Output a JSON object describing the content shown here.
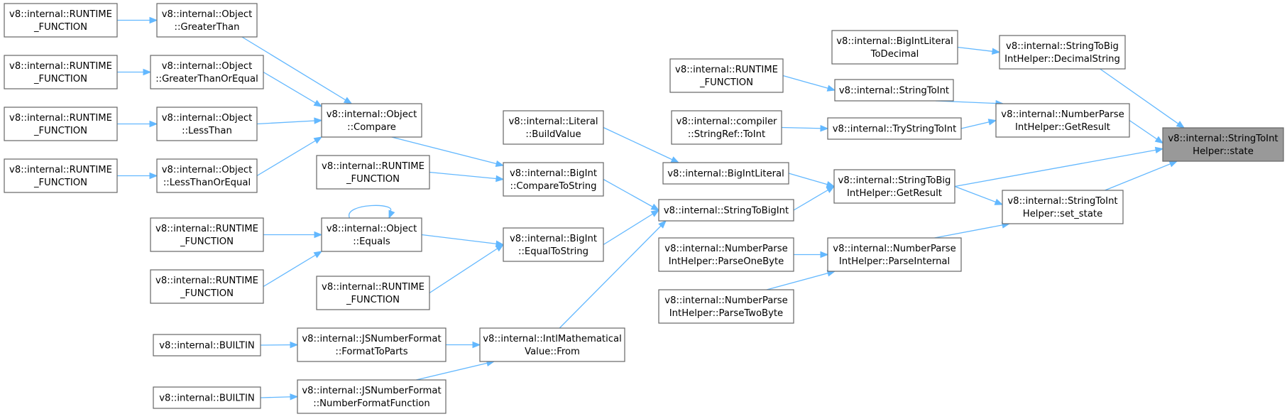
{
  "graph": {
    "nodes": [
      {
        "id": "runtime_fn_1",
        "lines": [
          "v8::internal::RUNTIME",
          "_FUNCTION"
        ]
      },
      {
        "id": "obj_greaterthan",
        "lines": [
          "v8::internal::Object",
          "::GreaterThan"
        ]
      },
      {
        "id": "runtime_fn_2",
        "lines": [
          "v8::internal::RUNTIME",
          "_FUNCTION"
        ]
      },
      {
        "id": "obj_greaterthanorequal",
        "lines": [
          "v8::internal::Object",
          "::GreaterThanOrEqual"
        ]
      },
      {
        "id": "runtime_fn_3",
        "lines": [
          "v8::internal::RUNTIME",
          "_FUNCTION"
        ]
      },
      {
        "id": "obj_lessthan",
        "lines": [
          "v8::internal::Object",
          "::LessThan"
        ]
      },
      {
        "id": "runtime_fn_4",
        "lines": [
          "v8::internal::RUNTIME",
          "_FUNCTION"
        ]
      },
      {
        "id": "obj_lessthanorequal",
        "lines": [
          "v8::internal::Object",
          "::LessThanOrEqual"
        ]
      },
      {
        "id": "obj_compare",
        "lines": [
          "v8::internal::Object",
          "::Compare"
        ]
      },
      {
        "id": "literal_buildvalue",
        "lines": [
          "v8::internal::Literal",
          "::BuildValue"
        ]
      },
      {
        "id": "runtime_fn_5",
        "lines": [
          "v8::internal::RUNTIME",
          "_FUNCTION"
        ]
      },
      {
        "id": "bigint_comparetostring",
        "lines": [
          "v8::internal::BigInt",
          "::CompareToString"
        ]
      },
      {
        "id": "runtime_fn_6",
        "lines": [
          "v8::internal::RUNTIME",
          "_FUNCTION"
        ]
      },
      {
        "id": "obj_equals",
        "lines": [
          "v8::internal::Object",
          "::Equals"
        ]
      },
      {
        "id": "runtime_fn_7",
        "lines": [
          "v8::internal::RUNTIME",
          "_FUNCTION"
        ]
      },
      {
        "id": "bigint_equaltostring",
        "lines": [
          "v8::internal::BigInt",
          "::EqualToString"
        ]
      },
      {
        "id": "runtime_fn_8",
        "lines": [
          "v8::internal::RUNTIME",
          "_FUNCTION"
        ]
      },
      {
        "id": "builtin_1",
        "lines": [
          "v8::internal::BUILTIN"
        ]
      },
      {
        "id": "jsnf_formattoparts",
        "lines": [
          "v8::internal::JSNumberFormat",
          "::FormatToParts"
        ]
      },
      {
        "id": "builtin_2",
        "lines": [
          "v8::internal::BUILTIN"
        ]
      },
      {
        "id": "jsnf_numberformatfunction",
        "lines": [
          "v8::internal::JSNumberFormat",
          "::NumberFormatFunction"
        ]
      },
      {
        "id": "intlmath_from",
        "lines": [
          "v8::internal::IntlMathematical",
          "Value::From"
        ]
      },
      {
        "id": "runtime_fn_9",
        "lines": [
          "v8::internal::RUNTIME",
          "_FUNCTION"
        ]
      },
      {
        "id": "compiler_tostringref",
        "lines": [
          "v8::internal::compiler",
          "::StringRef::ToInt"
        ]
      },
      {
        "id": "bigintliteral",
        "lines": [
          "v8::internal::BigIntLiteral"
        ]
      },
      {
        "id": "stringtobigint",
        "lines": [
          "v8::internal::StringToBigInt"
        ]
      },
      {
        "id": "npih_parseonebyte",
        "lines": [
          "v8::internal::NumberParse",
          "IntHelper::ParseOneByte"
        ]
      },
      {
        "id": "npih_parsetwobyte",
        "lines": [
          "v8::internal::NumberParse",
          "IntHelper::ParseTwoByte"
        ]
      },
      {
        "id": "bigintliteral_todecimal",
        "lines": [
          "v8::internal::BigIntLiteral",
          "ToDecimal"
        ]
      },
      {
        "id": "stringtoint",
        "lines": [
          "v8::internal::StringToInt"
        ]
      },
      {
        "id": "trystringtoint",
        "lines": [
          "v8::internal::TryStringToInt"
        ]
      },
      {
        "id": "stbih_getresult",
        "lines": [
          "v8::internal::StringToBig",
          "IntHelper::GetResult"
        ]
      },
      {
        "id": "npih_parseinternal",
        "lines": [
          "v8::internal::NumberParse",
          "IntHelper::ParseInternal"
        ]
      },
      {
        "id": "stbih_decimalstring",
        "lines": [
          "v8::internal::StringToBig",
          "IntHelper::DecimalString"
        ]
      },
      {
        "id": "npih_getresult",
        "lines": [
          "v8::internal::NumberParse",
          "IntHelper::GetResult"
        ]
      },
      {
        "id": "stih_set_state",
        "lines": [
          "v8::internal::StringToInt",
          "Helper::set_state"
        ]
      },
      {
        "id": "stih_state",
        "lines": [
          "v8::internal::StringToInt",
          "Helper::state"
        ],
        "root": true
      }
    ],
    "edges": [
      [
        "runtime_fn_1",
        "obj_greaterthan"
      ],
      [
        "runtime_fn_2",
        "obj_greaterthanorequal"
      ],
      [
        "runtime_fn_3",
        "obj_lessthan"
      ],
      [
        "runtime_fn_4",
        "obj_lessthanorequal"
      ],
      [
        "obj_greaterthan",
        "obj_compare"
      ],
      [
        "obj_greaterthanorequal",
        "obj_compare"
      ],
      [
        "obj_lessthan",
        "obj_compare"
      ],
      [
        "obj_lessthanorequal",
        "obj_compare"
      ],
      [
        "obj_compare",
        "bigint_comparetostring"
      ],
      [
        "runtime_fn_5",
        "bigint_comparetostring"
      ],
      [
        "obj_equals",
        "obj_equals"
      ],
      [
        "runtime_fn_6",
        "obj_equals"
      ],
      [
        "runtime_fn_7",
        "obj_equals"
      ],
      [
        "obj_equals",
        "bigint_equaltostring"
      ],
      [
        "runtime_fn_8",
        "bigint_equaltostring"
      ],
      [
        "builtin_1",
        "jsnf_formattoparts"
      ],
      [
        "builtin_2",
        "jsnf_numberformatfunction"
      ],
      [
        "jsnf_formattoparts",
        "intlmath_from"
      ],
      [
        "jsnf_numberformatfunction",
        "intlmath_from"
      ],
      [
        "literal_buildvalue",
        "bigintliteral"
      ],
      [
        "bigint_comparetostring",
        "stringtobigint"
      ],
      [
        "bigint_equaltostring",
        "stringtobigint"
      ],
      [
        "intlmath_from",
        "stringtobigint"
      ],
      [
        "runtime_fn_9",
        "stringtoint"
      ],
      [
        "compiler_tostringref",
        "trystringtoint"
      ],
      [
        "bigintliteral",
        "stbih_getresult"
      ],
      [
        "stringtobigint",
        "stbih_getresult"
      ],
      [
        "npih_parseonebyte",
        "npih_parseinternal"
      ],
      [
        "npih_parsetwobyte",
        "npih_parseinternal"
      ],
      [
        "bigintliteral_todecimal",
        "stbih_decimalstring"
      ],
      [
        "stringtoint",
        "npih_getresult"
      ],
      [
        "trystringtoint",
        "npih_getresult"
      ],
      [
        "stbih_getresult",
        "stih_set_state"
      ],
      [
        "npih_parseinternal",
        "stih_set_state"
      ],
      [
        "stbih_decimalstring",
        "stih_state"
      ],
      [
        "npih_getresult",
        "stih_state"
      ],
      [
        "stbih_getresult",
        "stih_state"
      ],
      [
        "stih_set_state",
        "stih_state"
      ]
    ]
  }
}
